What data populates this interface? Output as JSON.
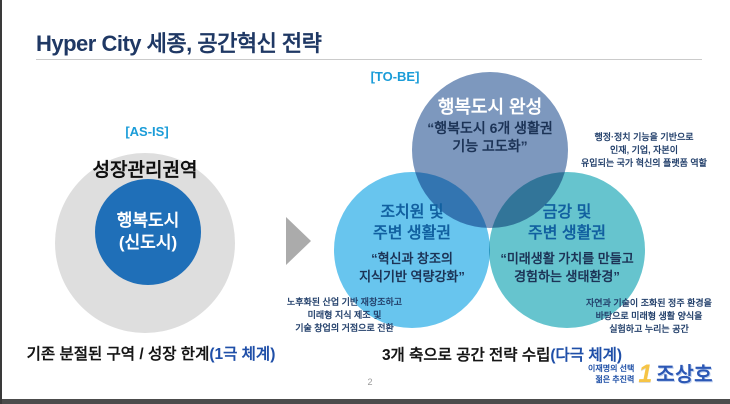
{
  "title": "Hyper City 세종, 공간혁신 전략",
  "page_number": "2",
  "as_is": {
    "label": "[AS-IS]",
    "region_label": "성장관리권역",
    "core_line1": "행복도시",
    "core_line2": "(신도시)",
    "caption": "기존 분절된 구역 / 성장 한계",
    "caption_highlight": "(1극 체계)"
  },
  "to_be": {
    "label": "[TO-BE]",
    "circle_top": {
      "title": "행복도시 완성",
      "quote_line1": "“행복도시 6개 생활권",
      "quote_line2": "기능 고도화”"
    },
    "circle_left": {
      "title_line1": "조치원 및",
      "title_line2": "주변 생활권",
      "quote_line1": "“혁신과 창조의",
      "quote_line2": "지식기반 역량강화”"
    },
    "circle_right": {
      "title_line1": "금강 및",
      "title_line2": "주변 생활권",
      "quote_line1": "“미래생활 가치를 만들고",
      "quote_line2": "경험하는 생태환경”"
    },
    "note_top": {
      "line1": "행정·정치 기능을 기반으로",
      "line2": "인재, 기업, 자본이",
      "line3": "유입되는 국가 혁신의 플랫폼 역할"
    },
    "note_left": {
      "line1": "노후화된 산업 기반 재창조하고",
      "line2": "미래형 지식 제조 및",
      "line3": "기술 창업의 거점으로 전환"
    },
    "note_right": {
      "line1": "자연과 기술이 조화된 정주 환경을",
      "line2": "바탕으로 미래형 생활 양식을",
      "line3": "실험하고 누리는 공간"
    },
    "caption": "3개 축으로 공간 전략 수립",
    "caption_highlight": "(다극 체계)"
  },
  "footer": {
    "tagline_line1": "이재명의 선택",
    "tagline_line2": "젊은 추진력",
    "number": "1",
    "name": "조상호"
  },
  "colors": {
    "title_navy": "#1F3864",
    "label_cyan": "#1A9CD8",
    "as_is_outer_gray": "#DEDEDE",
    "as_is_inner_blue": "#1F6FB8",
    "venn_top_blue": "#7D98BE",
    "venn_left_skyblue": "#68C5EE",
    "venn_right_teal": "#66C4CE",
    "circle_title_blue": "#1160A0",
    "quote_navy": "#1C3356",
    "caption_highlight_blue": "#1F4FA8",
    "logo_yellow": "#F6C445",
    "logo_blue": "#2B57B5",
    "arrow_gray": "#ABABAB"
  }
}
